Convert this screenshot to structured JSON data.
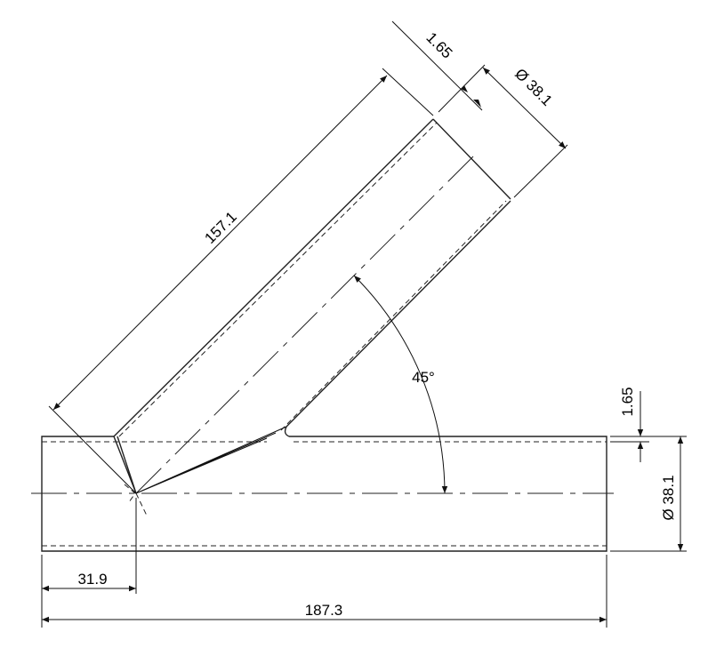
{
  "drawing": {
    "dimensions": {
      "branch_length": "157.1",
      "branch_wall": "1.65",
      "branch_diameter": "Ø 38.1",
      "main_wall": "1.65",
      "main_diameter": "Ø 38.1",
      "branch_offset": "31.9",
      "main_length": "187.3",
      "angle": "45°"
    }
  }
}
